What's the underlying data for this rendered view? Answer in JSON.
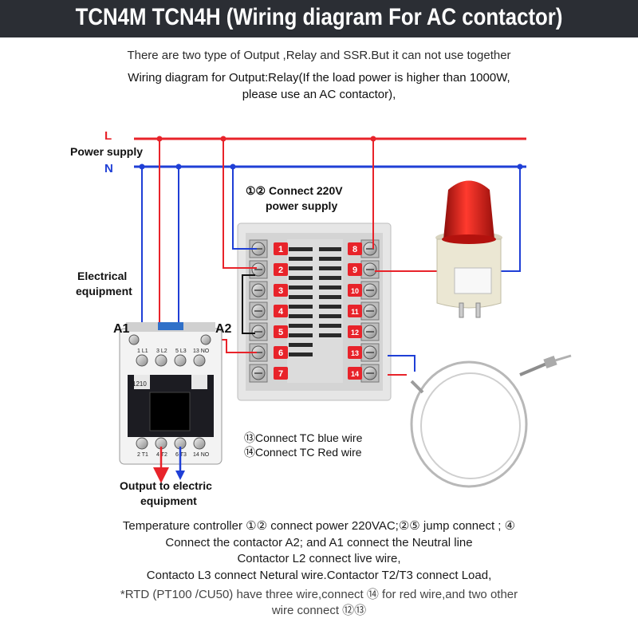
{
  "header": {
    "title": "TCN4M  TCN4H (Wiring diagram For AC contactor)"
  },
  "intro": {
    "line1": "There are two type of Output ,Relay and SSR.But it can not use together",
    "line2": "Wiring diagram for Output:Relay(If the load power is higher than 1000W,",
    "line3": "please use an AC contactor),"
  },
  "labels": {
    "live": "L",
    "neutral": "N",
    "power_supply": "Power supply",
    "connect_220v_1": "①② Connect 220V",
    "connect_220v_2": "power supply",
    "electrical_1": "Electrical",
    "electrical_2": "equipment",
    "a1": "A1",
    "a2": "A2",
    "tc_blue": "⑬Connect TC blue wire",
    "tc_red": "⑭Connect TC Red wire",
    "output_1": "Output to electric",
    "output_2": "equipment"
  },
  "terminals_left": [
    "1",
    "2",
    "3",
    "4",
    "5",
    "6",
    "7"
  ],
  "terminals_right": [
    "8",
    "9",
    "10",
    "11",
    "12",
    "13",
    "14"
  ],
  "contactor": {
    "top_labels": [
      "1 L1",
      "3 L2",
      "5 L3",
      "13 NO"
    ],
    "bottom_labels": [
      "2 T1",
      "4 T2",
      "6 T3",
      "14 NO"
    ],
    "model": "1210"
  },
  "colors": {
    "live": "#e8232a",
    "neutral": "#1f3fd6",
    "header_bg": "#2b2e34",
    "terminal_badge": "#e8232a",
    "lamp": "#e0201c"
  },
  "bottom": {
    "line1": "Temperature controller ①② connect power 220VAC;②⑤ jump connect ; ④",
    "line2": "Connect the contactor A2;    and A1 connect the Neutral line",
    "line3": "Contactor L2 connect live wire,",
    "line4": "Contacto L3 connect Netural wire.Contactor T2/T3 connect Load,",
    "line5": "*RTD (PT100 /CU50) have three wire,connect ⑭ for red wire,and two other",
    "line6": "wire connect ⑫⑬"
  }
}
